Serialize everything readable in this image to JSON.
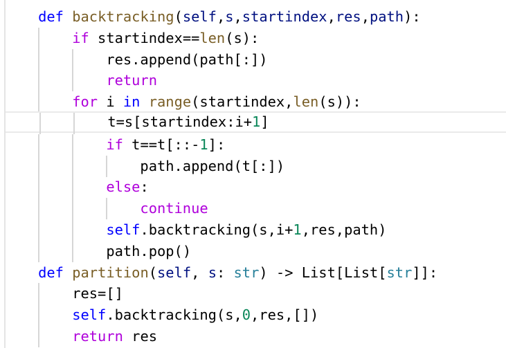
{
  "editor": {
    "current_line": 6,
    "lines": [
      {
        "indent": 4,
        "tokens": [
          [
            "def",
            "kw"
          ],
          [
            " ",
            "plain"
          ],
          [
            "backtracking",
            "fn"
          ],
          [
            "(",
            "plain"
          ],
          [
            "self",
            "param"
          ],
          [
            ",",
            "plain"
          ],
          [
            "s",
            "param"
          ],
          [
            ",",
            "plain"
          ],
          [
            "startindex",
            "param"
          ],
          [
            ",",
            "plain"
          ],
          [
            "res",
            "param"
          ],
          [
            ",",
            "plain"
          ],
          [
            "path",
            "param"
          ],
          [
            "):",
            "plain"
          ]
        ]
      },
      {
        "indent": 8,
        "tokens": [
          [
            "if",
            "ctrl"
          ],
          [
            " startindex==",
            "plain"
          ],
          [
            "len",
            "fn"
          ],
          [
            "(s):",
            "plain"
          ]
        ]
      },
      {
        "indent": 12,
        "tokens": [
          [
            "res.append(path[:])",
            "plain"
          ]
        ]
      },
      {
        "indent": 12,
        "tokens": [
          [
            "return",
            "ctrl"
          ]
        ]
      },
      {
        "indent": 8,
        "tokens": [
          [
            "for",
            "ctrl"
          ],
          [
            " i ",
            "plain"
          ],
          [
            "in",
            "kw"
          ],
          [
            " ",
            "plain"
          ],
          [
            "range",
            "fn"
          ],
          [
            "(startindex,",
            "plain"
          ],
          [
            "len",
            "fn"
          ],
          [
            "(s)):",
            "plain"
          ]
        ]
      },
      {
        "indent": 12,
        "tokens": [
          [
            "t=s[startindex:i+",
            "plain"
          ],
          [
            "1",
            "num"
          ],
          [
            "]",
            "plain"
          ]
        ]
      },
      {
        "indent": 12,
        "tokens": [
          [
            "if",
            "ctrl"
          ],
          [
            " t==t[::-",
            "plain"
          ],
          [
            "1",
            "num"
          ],
          [
            "]:",
            "plain"
          ]
        ]
      },
      {
        "indent": 16,
        "tokens": [
          [
            "path.append(t[:])",
            "plain"
          ]
        ]
      },
      {
        "indent": 12,
        "tokens": [
          [
            "else",
            "ctrl"
          ],
          [
            ":",
            "plain"
          ]
        ]
      },
      {
        "indent": 16,
        "tokens": [
          [
            "continue",
            "ctrl"
          ]
        ]
      },
      {
        "indent": 12,
        "tokens": [
          [
            "self",
            "kw"
          ],
          [
            ".backtracking(s,i+",
            "plain"
          ],
          [
            "1",
            "num"
          ],
          [
            ",res,path)",
            "plain"
          ]
        ]
      },
      {
        "indent": 12,
        "tokens": [
          [
            "path.pop()",
            "plain"
          ]
        ]
      },
      {
        "indent": 4,
        "tokens": [
          [
            "def",
            "kw"
          ],
          [
            " ",
            "plain"
          ],
          [
            "partition",
            "fn"
          ],
          [
            "(",
            "plain"
          ],
          [
            "self",
            "param"
          ],
          [
            ", ",
            "plain"
          ],
          [
            "s",
            "param"
          ],
          [
            ": ",
            "plain"
          ],
          [
            "str",
            "type"
          ],
          [
            ") -> List[List[",
            "plain"
          ],
          [
            "str",
            "type"
          ],
          [
            "]]:",
            "plain"
          ]
        ]
      },
      {
        "indent": 8,
        "tokens": [
          [
            "res=[]",
            "plain"
          ]
        ]
      },
      {
        "indent": 8,
        "tokens": [
          [
            "self",
            "kw"
          ],
          [
            ".backtracking(s,",
            "plain"
          ],
          [
            "0",
            "num"
          ],
          [
            ",res,[])",
            "plain"
          ]
        ]
      },
      {
        "indent": 8,
        "tokens": [
          [
            "return",
            "ctrl"
          ],
          [
            " res",
            "plain"
          ]
        ]
      }
    ]
  }
}
